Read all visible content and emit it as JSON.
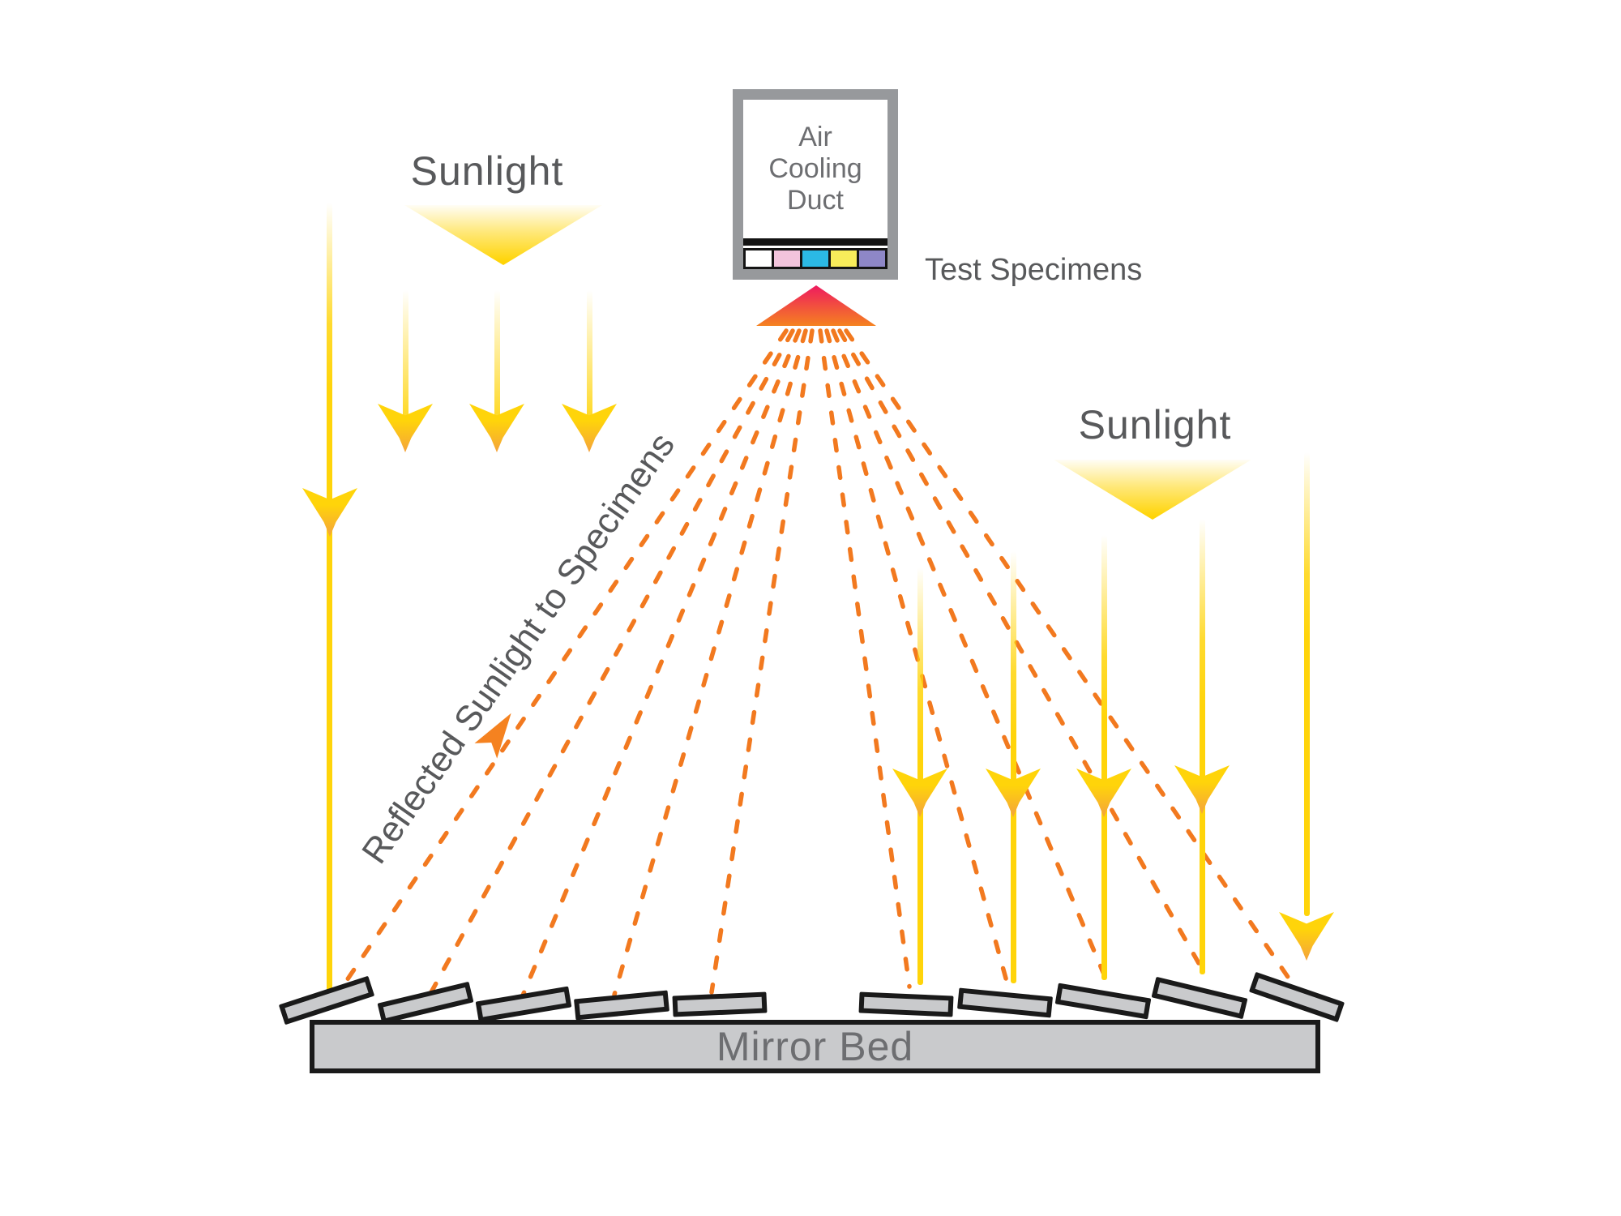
{
  "labels": {
    "sunlight_left": "Sunlight",
    "sunlight_right": "Sunlight",
    "test_specimens": "Test Specimens",
    "reflected": "Reflected Sunlight to Specimens",
    "mirror_bed": "Mirror Bed",
    "duct_lines": [
      "Air",
      "Cooling",
      "Duct"
    ]
  },
  "colors": {
    "text_gray": "#58595B",
    "duct_text": "#6D6E71",
    "frame_gray": "#97999C",
    "mirror_fill": "#C9CACC",
    "mirror_border": "#1A1A1A",
    "bed_fill": "#C9CACC",
    "ray_yellow": "#FFD40A",
    "ray_orange_tip": "#F4A33C",
    "dash_orange": "#F2791F",
    "heat_top": "#EE1A5F",
    "heat_bottom": "#F58220",
    "strip_black": "#141414",
    "specimen_colors": [
      "#FFFFFF",
      "#F2C4DC",
      "#2BB9E5",
      "#F8EC5A",
      "#8E87C7"
    ]
  }
}
